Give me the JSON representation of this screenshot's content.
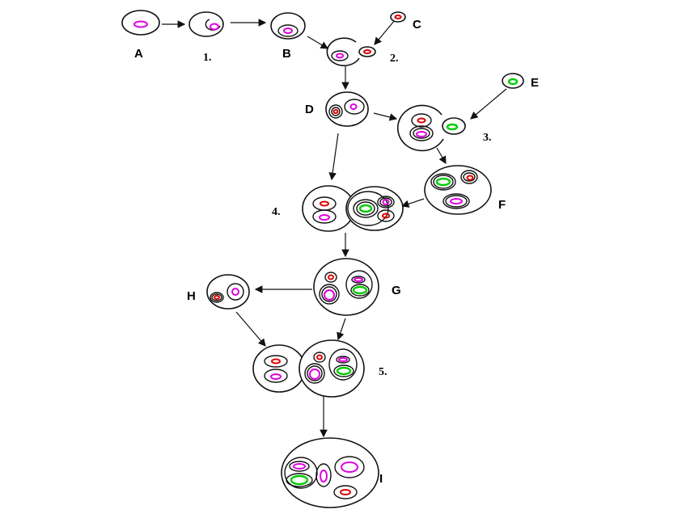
{
  "labels": {
    "A": "A",
    "B": "B",
    "C": "C",
    "D": "D",
    "E": "E",
    "F": "F",
    "G": "G",
    "H": "H",
    "I": "I"
  },
  "steps": {
    "s1": "1.",
    "s2": "2.",
    "s3": "3.",
    "s4": "4.",
    "s5": "5."
  },
  "colors": {
    "magenta": "#e000e0",
    "red": "#e00000",
    "green": "#00cc00",
    "outline": "#111111"
  }
}
